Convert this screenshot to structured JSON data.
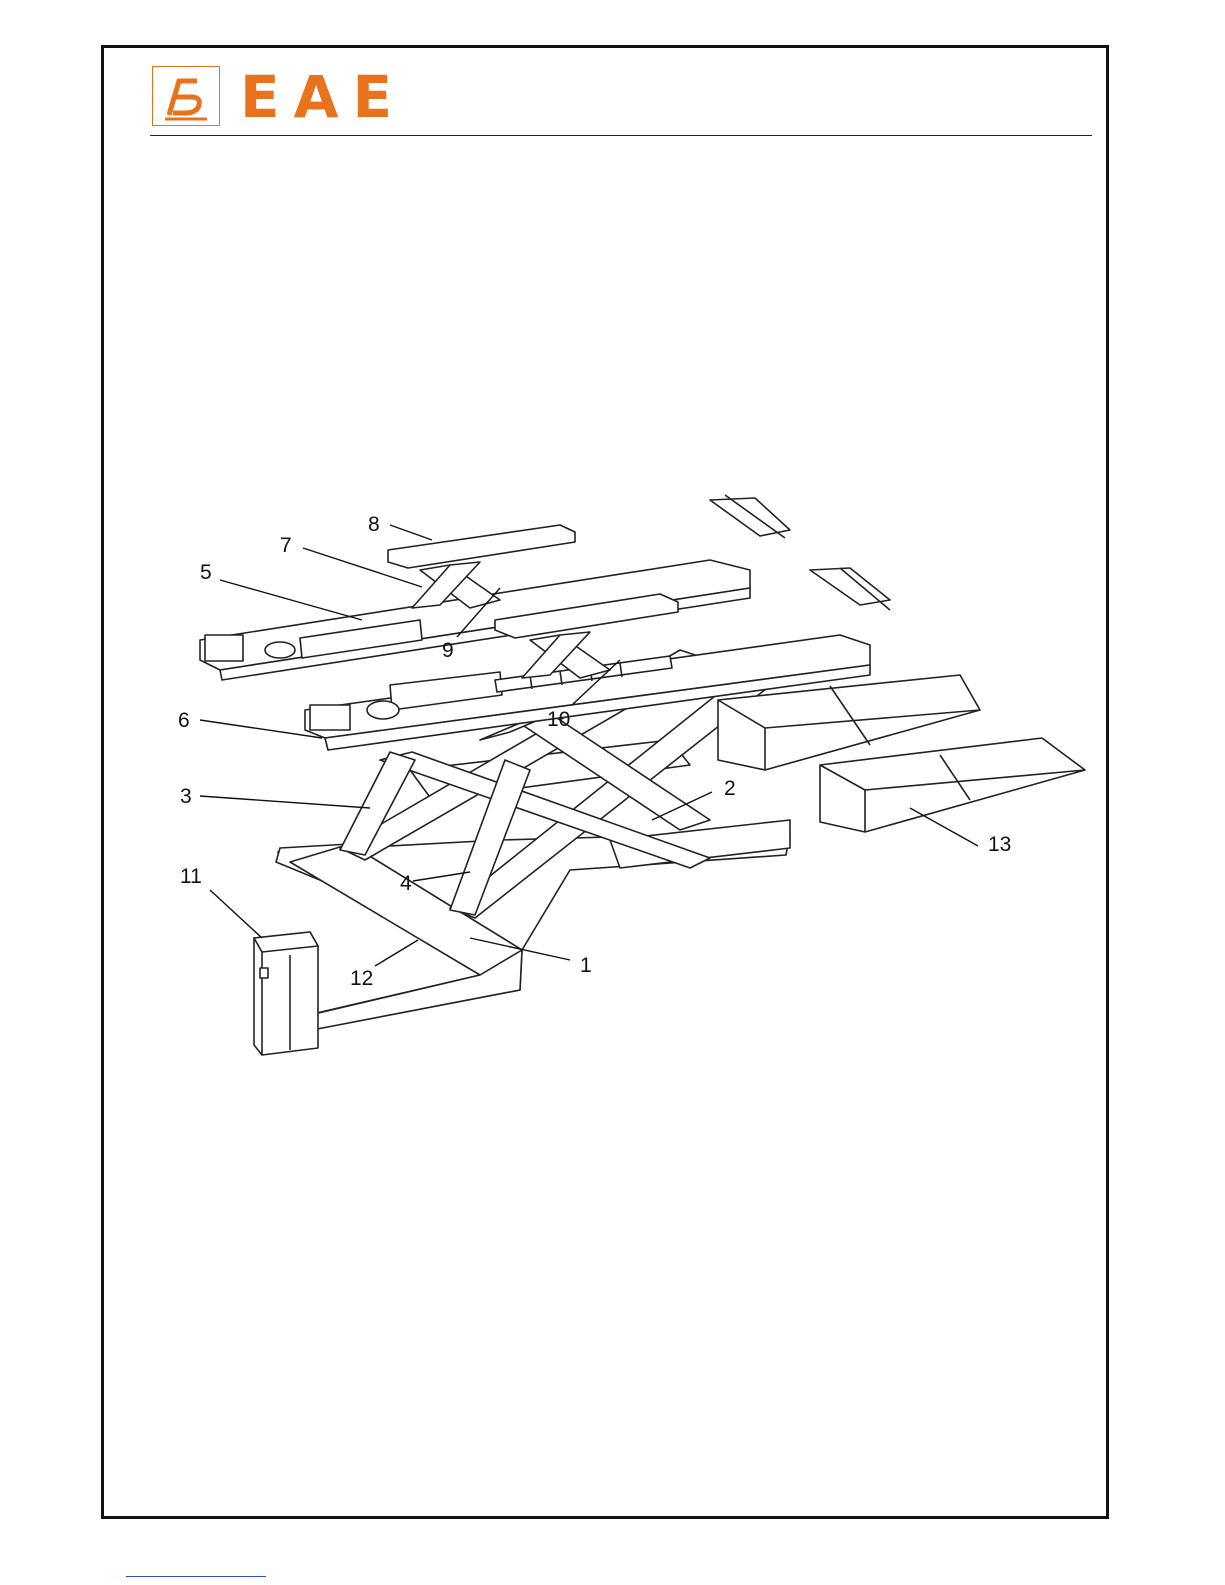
{
  "header": {
    "brand": "EAE",
    "logo_icon": "eae-logo-icon",
    "brand_color": "#e8731c"
  },
  "diagram": {
    "callouts": [
      {
        "id": "c1",
        "label": "1"
      },
      {
        "id": "c2",
        "label": "2"
      },
      {
        "id": "c3",
        "label": "3"
      },
      {
        "id": "c4",
        "label": "4"
      },
      {
        "id": "c5",
        "label": "5"
      },
      {
        "id": "c6",
        "label": "6"
      },
      {
        "id": "c7",
        "label": "7"
      },
      {
        "id": "c8",
        "label": "8"
      },
      {
        "id": "c9",
        "label": "9"
      },
      {
        "id": "c10",
        "label": "10"
      },
      {
        "id": "c11",
        "label": "11"
      },
      {
        "id": "c12",
        "label": "12"
      },
      {
        "id": "c13",
        "label": "13"
      }
    ]
  }
}
